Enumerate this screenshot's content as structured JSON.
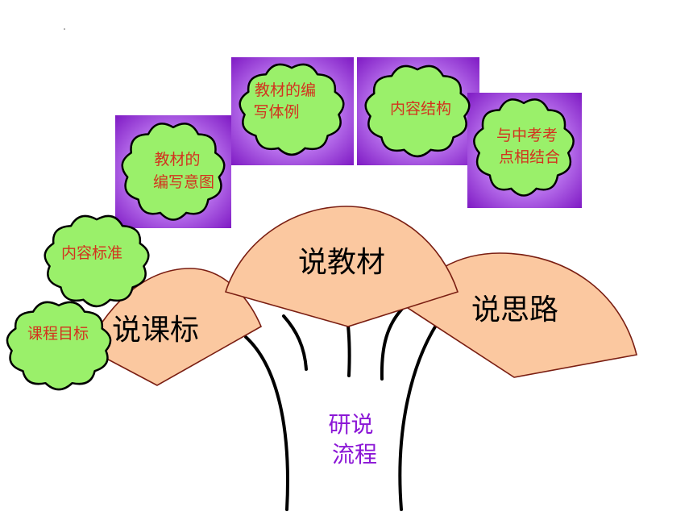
{
  "center_label": [
    "研说",
    "流程"
  ],
  "fans": [
    {
      "id": "kebiao",
      "label": "说课标"
    },
    {
      "id": "jiaocai",
      "label": "说教材"
    },
    {
      "id": "silu",
      "label": "说思路"
    }
  ],
  "clouds": [
    {
      "id": "kecheng-mubiao",
      "lines": [
        "课程目标"
      ]
    },
    {
      "id": "neirong-biaozhun",
      "lines": [
        "内容标准"
      ]
    },
    {
      "id": "bianxie-yitu",
      "lines": [
        "教材的",
        "编写意图"
      ]
    },
    {
      "id": "bianxie-tili",
      "lines": [
        "教材的编",
        "写体例"
      ]
    },
    {
      "id": "neirong-jiegou",
      "lines": [
        "内容结构"
      ]
    },
    {
      "id": "zhongkao",
      "lines": [
        "与中考考",
        "点相结合"
      ]
    }
  ],
  "colors": {
    "fan_fill": "#FBC8A0",
    "fan_edge": "#7A1E12",
    "cloud_fill": "#9AF06A",
    "cloud_edge": "#000000",
    "cloud_text": "#D3321E",
    "box_dark": "#7C16C2",
    "box_light": "#E2BCF8",
    "center_text": "#8B16D6",
    "trunk": "#000000"
  }
}
